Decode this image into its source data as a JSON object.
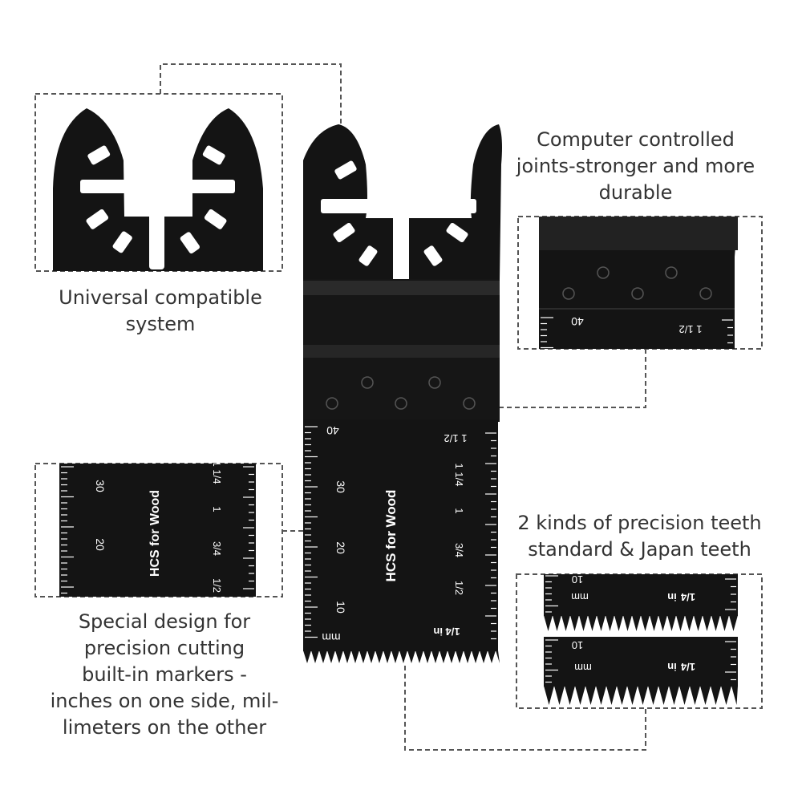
{
  "captions": {
    "universal": [
      "Universal compatible",
      "system"
    ],
    "joints": [
      "Computer controlled",
      "joints-stronger and more",
      "durable"
    ],
    "teeth": [
      "2 kinds of precision teeth",
      "standard & Japan teeth"
    ],
    "special": [
      "Special design for",
      "precision cutting",
      "built-in markers -",
      "inches on one side, mil-",
      "limeters on the other"
    ]
  },
  "blade_markings": {
    "brand": "HCS for Wood",
    "mm_ticks": [
      "10",
      "20",
      "30",
      "40"
    ],
    "mm_unit": "mm",
    "inch_ticks": [
      "1/4 in",
      "1/2",
      "3/4",
      "1",
      "1 1/4",
      "1 1/2"
    ],
    "inch_short": "1/4"
  },
  "colors": {
    "blade": "#141414",
    "text": "#333333",
    "dash": "#555555"
  }
}
